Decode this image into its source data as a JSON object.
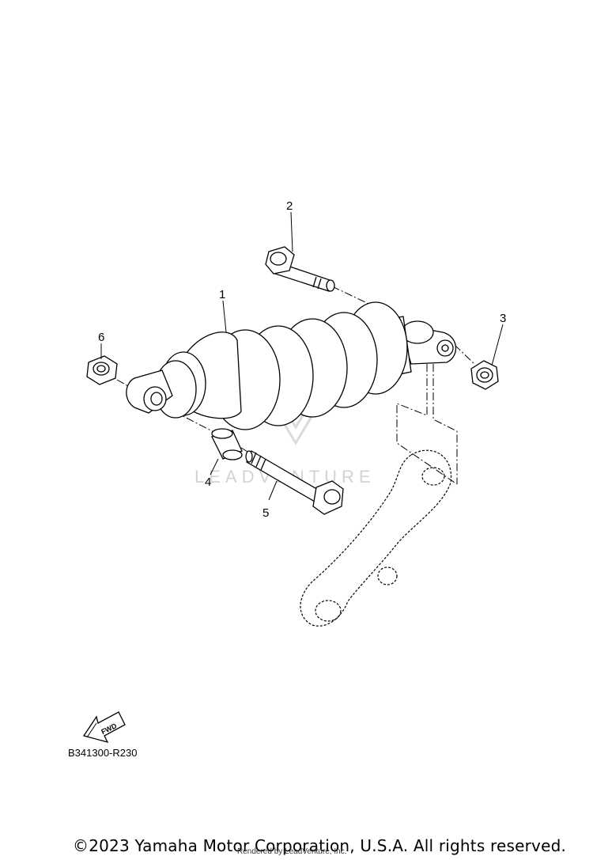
{
  "parts": [
    {
      "number": "1"
    },
    {
      "number": "2"
    },
    {
      "number": "3"
    },
    {
      "number": "4"
    },
    {
      "number": "5"
    },
    {
      "number": "6"
    }
  ],
  "fwd_arrow_label": "FWD",
  "diagram_code": "B341300-R230",
  "watermark": "LEADVENTURE",
  "copyright": "©2023 Yamaha Motor Corporation, U.S.A. All rights reserved.",
  "rendered_by": "Rendered by LeadVenture, Inc."
}
